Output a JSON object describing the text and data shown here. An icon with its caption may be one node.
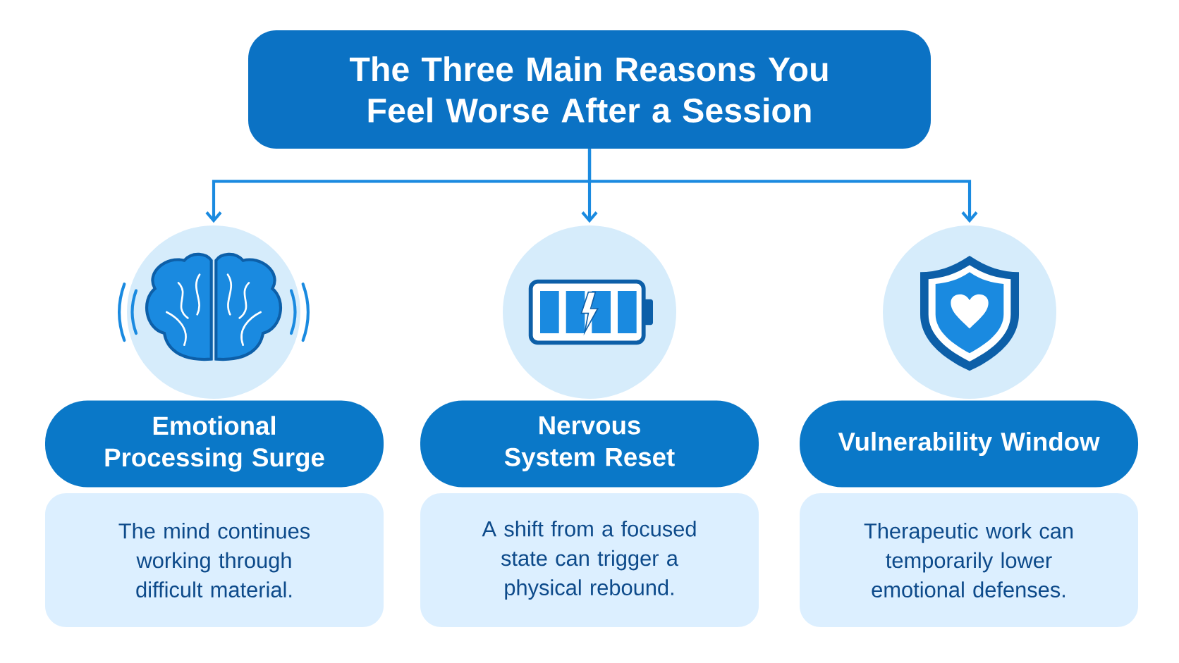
{
  "diagram": {
    "nodes": [
      {
        "text": [
          "The Three Main Reasons You Feel Worse After a Session"
        ]
      },
      {
        "text": [],
        "shape": "circle"
      },
      {
        "text": [],
        "shape": "circle"
      },
      {
        "text": [],
        "shape": "circle"
      },
      {
        "text": [
          "Emotional Processing Surge"
        ]
      },
      {
        "text": [
          "The mind continues working through difficult material."
        ]
      },
      {
        "text": [
          "Nervous System Reset"
        ]
      },
      {
        "text": [
          "A shift from a focused state can trigger a physical rebound."
        ]
      },
      {
        "text": [
          "Vulnerability Window"
        ]
      },
      {
        "text": [
          "Therapeutic work can temporarily lower emotional defenses."
        ]
      }
    ],
    "edges": [
      {
        "from": 0,
        "to": 1,
        "arrow": "to"
      },
      {
        "from": 0,
        "to": 2,
        "arrow": "to"
      },
      {
        "from": 0,
        "to": 3,
        "arrow": "to"
      }
    ]
  }
}
